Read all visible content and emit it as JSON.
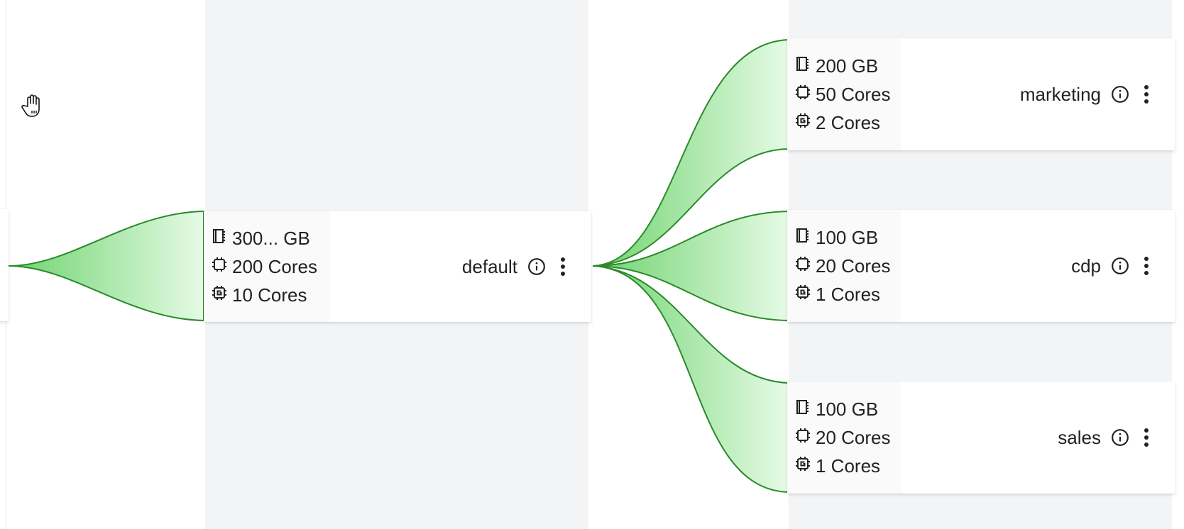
{
  "colors": {
    "flow_stroke": "#2a8a2a",
    "flow_fill_dark": "#6fd36f",
    "flow_fill_light": "#e6fbe6",
    "column_band": "#f3f4f6"
  },
  "icons": {
    "memory": "memory-icon",
    "cpu": "cpu-icon",
    "gpu": "gpu-icon",
    "info": "info-icon",
    "menu": "more-vert-icon"
  },
  "nodes": {
    "default": {
      "name": "default",
      "memory": "300... GB",
      "cpu": "200 Cores",
      "gpu": "10 Cores"
    },
    "marketing": {
      "name": "marketing",
      "memory": "200 GB",
      "cpu": "50 Cores",
      "gpu": "2 Cores"
    },
    "cdp": {
      "name": "cdp",
      "memory": "100 GB",
      "cpu": "20 Cores",
      "gpu": "1 Cores"
    },
    "sales": {
      "name": "sales",
      "memory": "100 GB",
      "cpu": "20 Cores",
      "gpu": "1 Cores"
    }
  }
}
